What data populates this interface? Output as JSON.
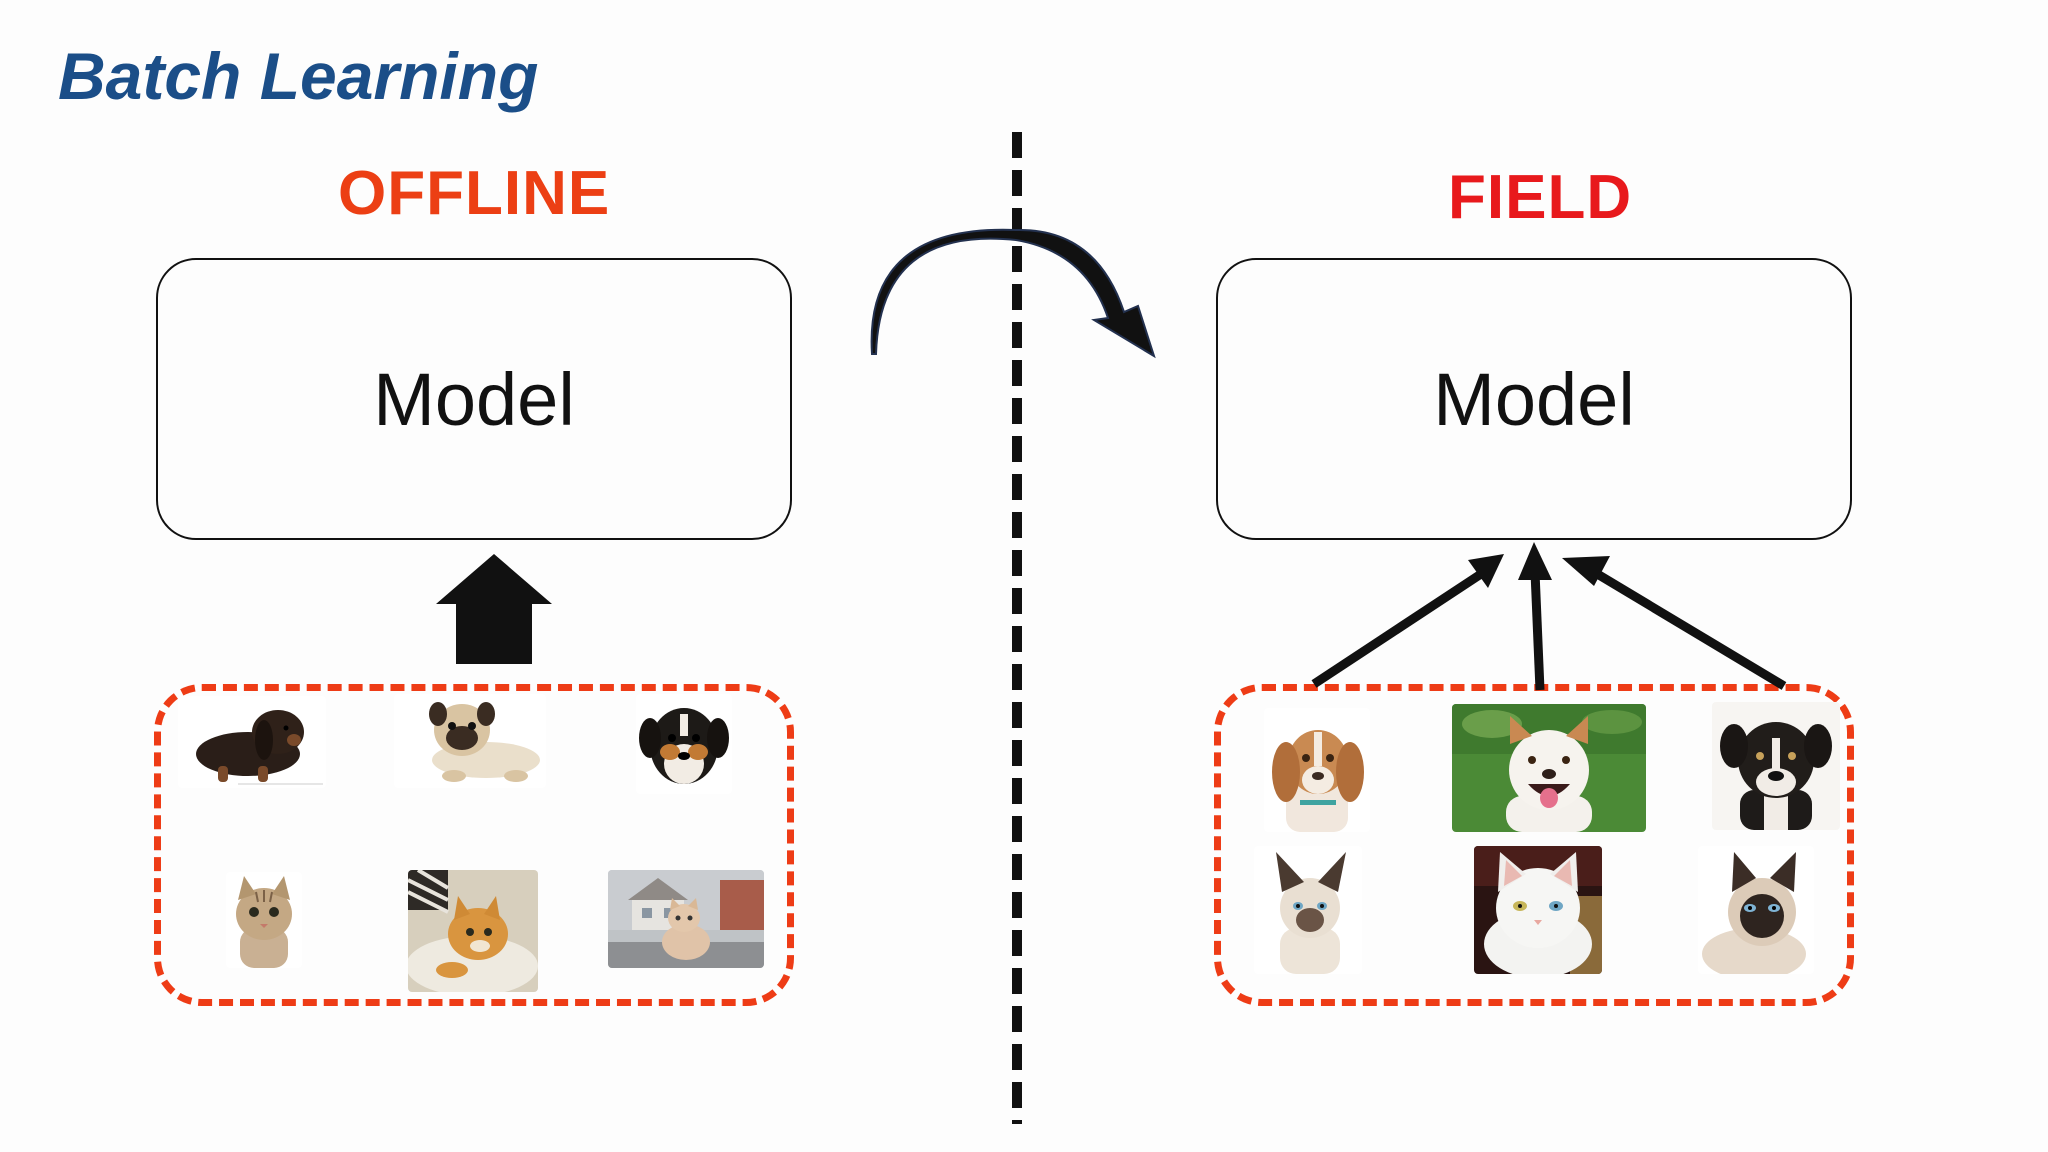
{
  "title": "Batch Learning",
  "offline_label": "OFFLINE",
  "field_label": "FIELD",
  "model_left_label": "Model",
  "model_right_label": "Model",
  "colors": {
    "title": "#1b4e88",
    "offline": "#ec3f14",
    "field": "#e8191c",
    "dashed_border": "#ee3c16"
  }
}
